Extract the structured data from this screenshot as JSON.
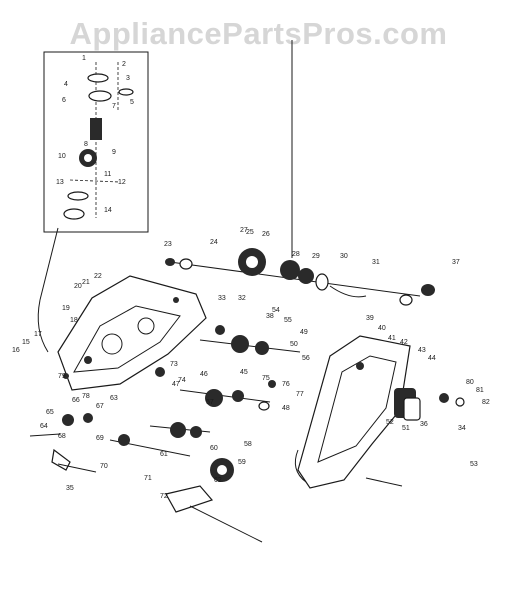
{
  "watermark": "AppliancePartsPros.com",
  "callouts": [
    "1",
    "2",
    "3",
    "4",
    "5",
    "6",
    "7",
    "8",
    "9",
    "10",
    "11",
    "12",
    "13",
    "14",
    "15",
    "16",
    "17",
    "18",
    "19",
    "20",
    "21",
    "22",
    "23",
    "24",
    "25",
    "26",
    "27",
    "28",
    "29",
    "30",
    "31",
    "32",
    "33",
    "34",
    "35",
    "36",
    "37",
    "38",
    "39",
    "40",
    "41",
    "42",
    "43",
    "44",
    "45",
    "46",
    "47",
    "48",
    "49",
    "50",
    "51",
    "52",
    "53",
    "54",
    "55",
    "56",
    "57",
    "58",
    "59",
    "60",
    "61",
    "62",
    "63",
    "64",
    "65",
    "66",
    "67",
    "68",
    "69",
    "70",
    "71",
    "72",
    "73",
    "74",
    "75",
    "76",
    "77",
    "78",
    "79",
    "80",
    "81",
    "82"
  ],
  "colors": {
    "ink": "#1a1a1a",
    "watermark": "#d6d6d6",
    "background": "#ffffff"
  }
}
